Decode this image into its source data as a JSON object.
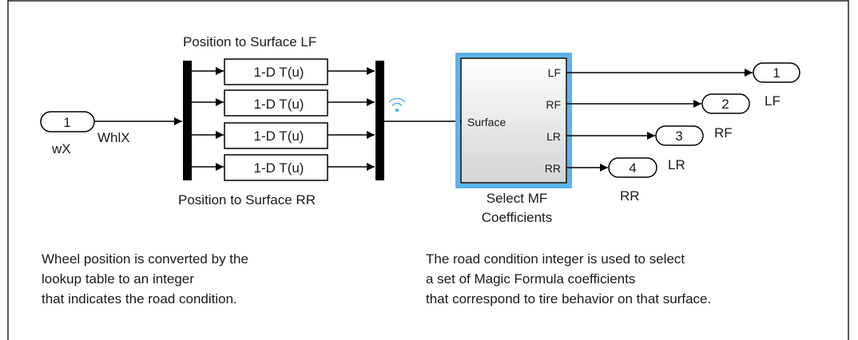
{
  "inports": [
    {
      "number": "1",
      "name": "wX",
      "signal_label": "WhlX"
    }
  ],
  "lookup_tables": {
    "label": "1-D T(u)",
    "count": 4,
    "top_caption": "Position to Surface LF",
    "bottom_caption": "Position to Surface RR"
  },
  "subsystem": {
    "input_port": "Surface",
    "output_ports": [
      "LF",
      "RF",
      "LR",
      "RR"
    ],
    "name_line1": "Select MF",
    "name_line2": "Coefficients",
    "highlight_color": "#5ab4ec"
  },
  "outports": [
    {
      "number": "1",
      "name": "LF"
    },
    {
      "number": "2",
      "name": "RF"
    },
    {
      "number": "3",
      "name": "LR"
    },
    {
      "number": "4",
      "name": "RR"
    }
  ],
  "notes": {
    "left": [
      "Wheel position is converted by the",
      "lookup table to an integer",
      "that indicates the road condition."
    ],
    "right": [
      "The road condition integer is used to select",
      "a set of Magic Formula coefficients",
      "that correspond to tire behavior on that surface."
    ]
  },
  "icons": {
    "signal_stream": "wireless-signal-icon"
  },
  "colors": {
    "line": "#000000",
    "mux_bar": "#000000",
    "wireless_icon": "#5ab4ec"
  }
}
